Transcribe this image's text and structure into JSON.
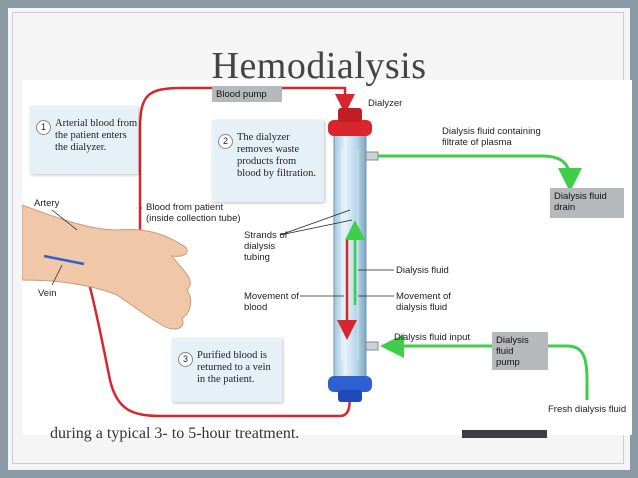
{
  "title": "Hemodialysis",
  "subtext": "during a typical 3- to 5-hour treatment.",
  "steps": [
    {
      "num": "1",
      "text": "Arterial blood from\nthe patient enters\nthe dialyzer."
    },
    {
      "num": "2",
      "text": "The dialyzer\nremoves waste\nproducts from\nblood by filtration."
    },
    {
      "num": "3",
      "text": "Purified blood is\nreturned to a vein\nin the patient."
    }
  ],
  "labels": {
    "blood_pump": "Blood pump",
    "dialyzer": "Dialyzer",
    "fluid_containing": "Dialysis fluid containing\nfiltrate of plasma",
    "fluid_drain": "Dialysis fluid\ndrain",
    "artery": "Artery",
    "vein": "Vein",
    "blood_from_patient": "Blood from patient\n(inside collection tube)",
    "strands": "Strands of\ndialysis\ntubing",
    "dialysis_fluid": "Dialysis fluid",
    "movement_blood": "Movement of\nblood",
    "movement_fluid": "Movement of\ndialysis fluid",
    "fluid_input": "Dialysis fluid input",
    "fluid_pump": "Dialysis fluid\npump",
    "fresh_fluid": "Fresh dialysis fluid"
  },
  "colors": {
    "blood": "#d8262e",
    "fluid": "#3fce4a",
    "box_bg": "#e6f0f7",
    "gray_box": "#b5b9bc"
  }
}
